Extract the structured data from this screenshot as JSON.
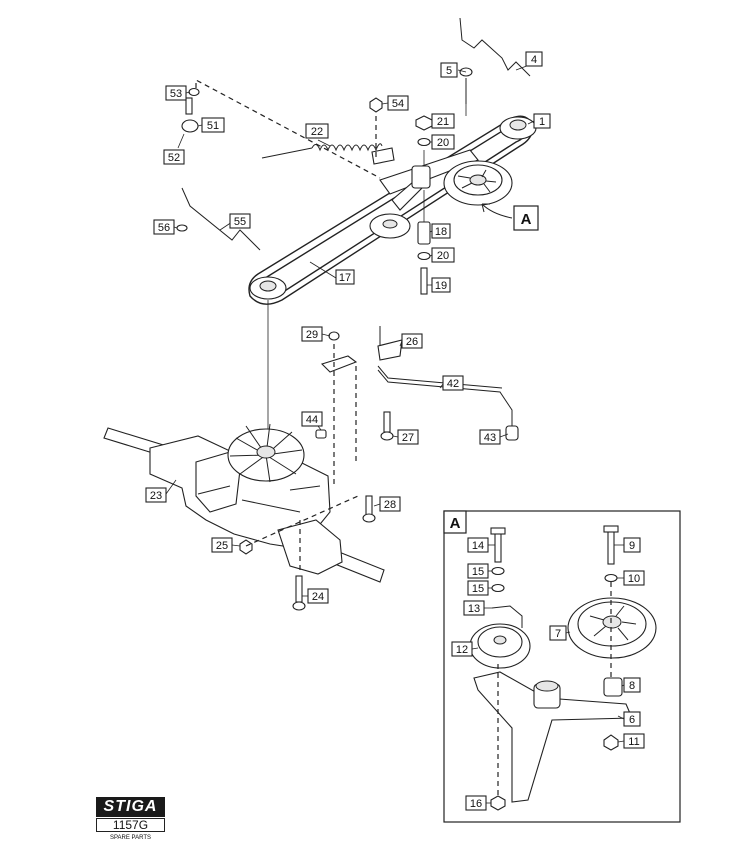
{
  "callouts": [
    "1",
    "4",
    "5",
    "17",
    "18",
    "19",
    "20",
    "20",
    "21",
    "22",
    "23",
    "24",
    "25",
    "26",
    "27",
    "28",
    "29",
    "42",
    "43",
    "44",
    "51",
    "52",
    "53",
    "54",
    "55",
    "56"
  ],
  "detail": {
    "tag": "A",
    "callouts": [
      "6",
      "7",
      "8",
      "9",
      "10",
      "11",
      "12",
      "13",
      "14",
      "15",
      "15",
      "16"
    ]
  },
  "detail_ref": "A",
  "logo": {
    "brand": "STIGA",
    "code": "1157G",
    "subtitle": "SPARE PARTS"
  }
}
